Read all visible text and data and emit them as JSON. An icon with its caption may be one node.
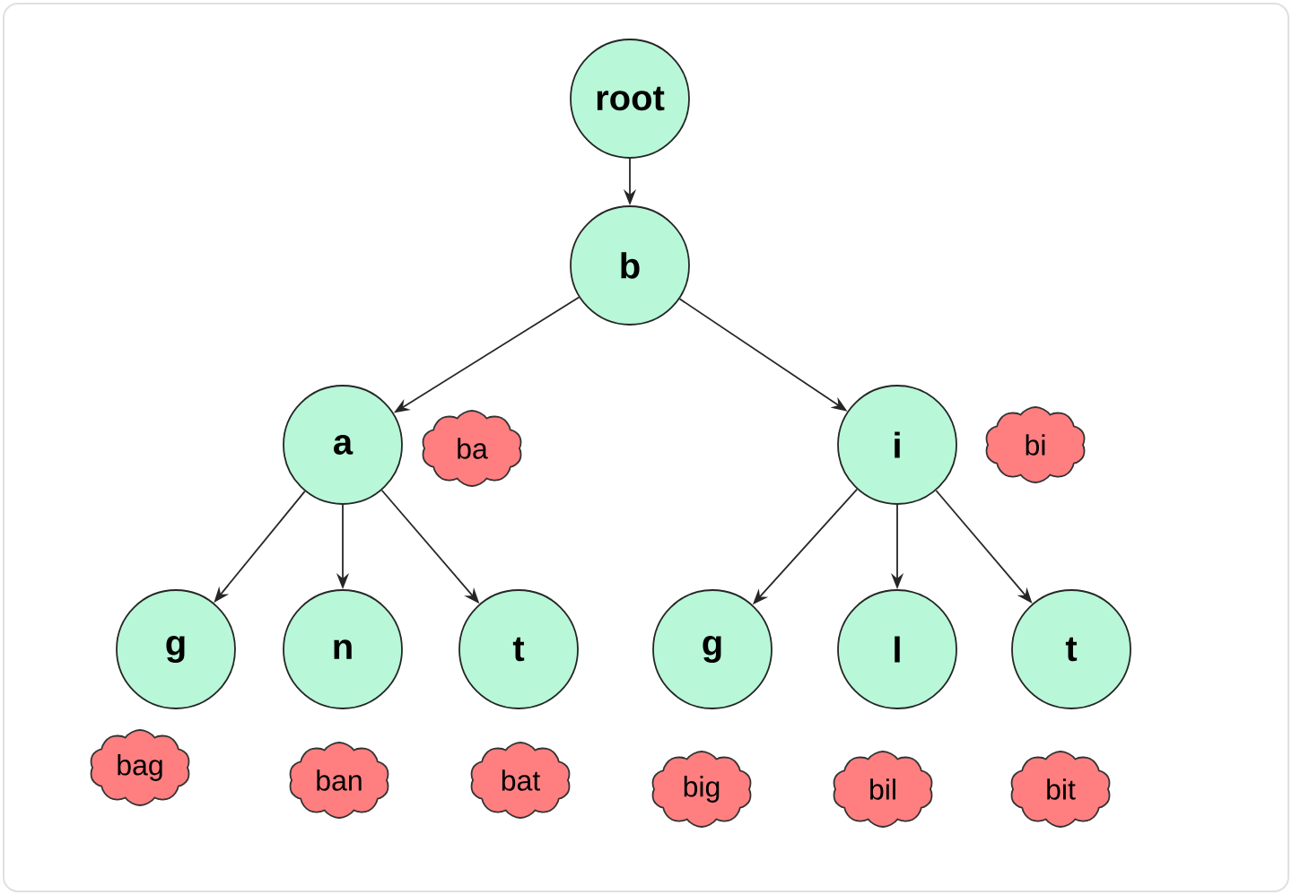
{
  "diagram": {
    "nodes": [
      {
        "text": [
          "root"
        ]
      },
      {
        "text": [
          "b"
        ]
      },
      {
        "text": [
          "a"
        ]
      },
      {
        "text": [
          "i"
        ]
      },
      {
        "text": [
          "g"
        ]
      },
      {
        "text": [
          "n"
        ]
      },
      {
        "text": [
          "t"
        ]
      },
      {
        "text": [
          "g"
        ]
      },
      {
        "text": [
          "l"
        ]
      },
      {
        "text": [
          "t"
        ]
      },
      {
        "text": [
          "ba"
        ]
      },
      {
        "text": [
          "bi"
        ]
      },
      {
        "text": [
          "bag"
        ]
      },
      {
        "text": [
          "ban"
        ]
      },
      {
        "text": [
          "bat"
        ]
      },
      {
        "text": [
          "big"
        ]
      },
      {
        "text": [
          "bil"
        ]
      },
      {
        "text": [
          "bit"
        ]
      }
    ],
    "edges": [
      {
        "from": 0,
        "to": 1,
        "arrow": "to"
      },
      {
        "from": 1,
        "to": 2,
        "arrow": "to"
      },
      {
        "from": 1,
        "to": 3,
        "arrow": "to"
      },
      {
        "from": 2,
        "to": 4,
        "arrow": "to"
      },
      {
        "from": 2,
        "to": 5,
        "arrow": "to"
      },
      {
        "from": 2,
        "to": 6,
        "arrow": "to"
      },
      {
        "from": 3,
        "to": 7,
        "arrow": "to"
      },
      {
        "from": 3,
        "to": 8,
        "arrow": "to"
      },
      {
        "from": 3,
        "to": 9,
        "arrow": "to"
      }
    ]
  }
}
